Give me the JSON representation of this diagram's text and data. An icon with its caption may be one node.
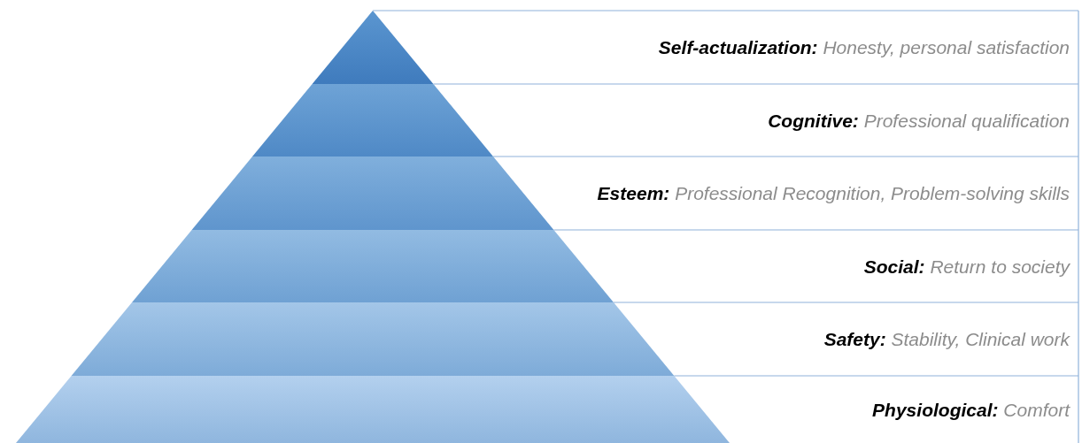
{
  "diagram": {
    "nodes": [
      {
        "text": [
          "**Self-actualization:** Honesty, personal satisfaction"
        ]
      },
      {
        "text": [
          "**Cognitive:** Professional qualification"
        ]
      },
      {
        "text": [
          "**Esteem:** Professional Recognition, Problem-solving skills"
        ]
      },
      {
        "text": [
          "**Social:** Return to society"
        ]
      },
      {
        "text": [
          "**Safety:** Stability, Clinical work"
        ]
      },
      {
        "text": [
          "**Physiological:** Comfort"
        ]
      }
    ]
  }
}
